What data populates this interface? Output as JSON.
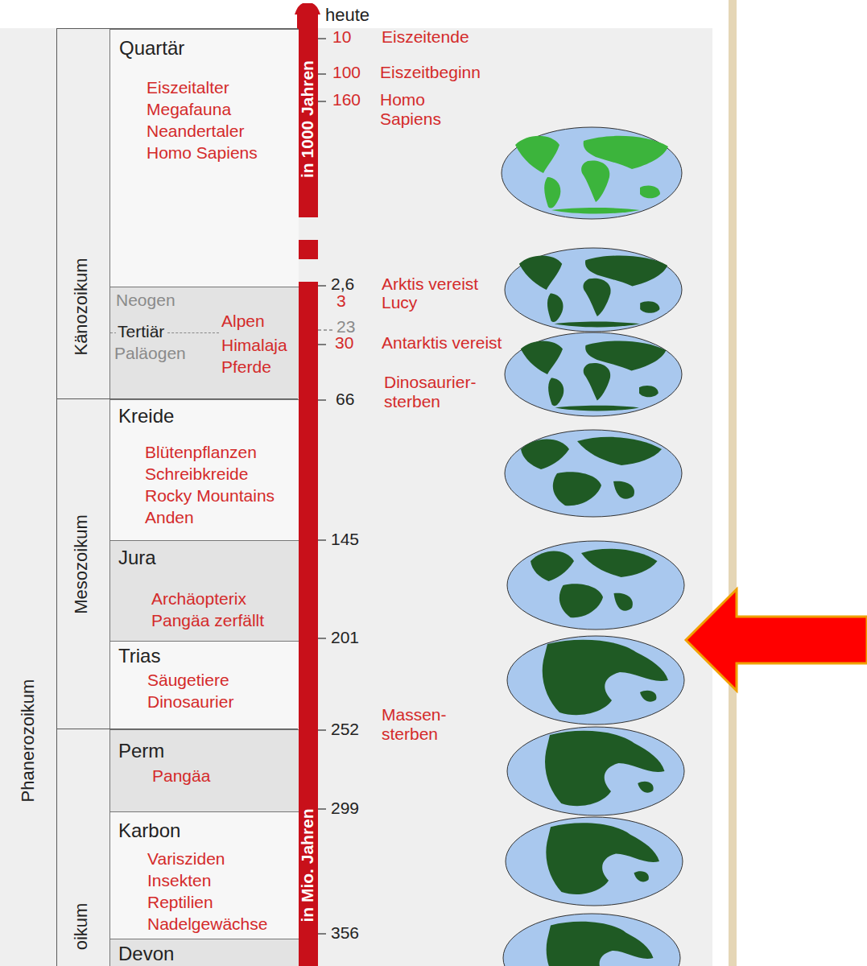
{
  "diagram": {
    "nodes": [
      {
        "text": [
          "Phanerozoikum"
        ]
      },
      {
        "text": [
          "Känozoikum"
        ],
        "in": 0
      },
      {
        "text": [
          "Quartär",
          "Eiszeitalter",
          "Megafauna",
          "Neandertaler",
          "Homo Sapiens"
        ],
        "in": 1
      },
      {
        "text": [
          "Neogen",
          "Tertiär",
          "Paläogen",
          "Alpen",
          "Himalaja",
          "Pferde"
        ],
        "in": 1
      },
      {
        "text": [
          "Mesozoikum"
        ],
        "in": 0
      },
      {
        "text": [
          "Kreide",
          "Blütenpflanzen",
          "Schreibkreide",
          "Rocky Mountains",
          "Anden"
        ],
        "in": 4
      },
      {
        "text": [
          "Jura",
          "Archäopterix",
          "Pangäa zerfällt"
        ],
        "in": 4
      },
      {
        "text": [
          "Trias",
          "Säugetiere",
          "Dinosaurier"
        ],
        "in": 4
      },
      {
        "text": [
          "oikum"
        ],
        "in": 0
      },
      {
        "text": [
          "Perm",
          "Pangäa"
        ],
        "in": 8
      },
      {
        "text": [
          "Karbon",
          "Varisziden",
          "Insekten",
          "Reptilien",
          "Nadelgewächse"
        ],
        "in": 8
      },
      {
        "text": [
          "Devon"
        ],
        "in": 8
      }
    ],
    "labels": [
      "heute",
      "10",
      "Eiszeitende",
      "100",
      "Eiszeitbeginn",
      "160",
      "Homo Sapiens",
      "in 1000 Jahren",
      "2,6",
      "Arktis vereist",
      "3",
      "Lucy",
      "23",
      "30",
      "Antarktis vereist",
      "66",
      "Dinosaurier- sterben",
      "145",
      "201",
      "252",
      "Massen- sterben",
      "299",
      "356",
      "in Mio. Jahren"
    ]
  }
}
